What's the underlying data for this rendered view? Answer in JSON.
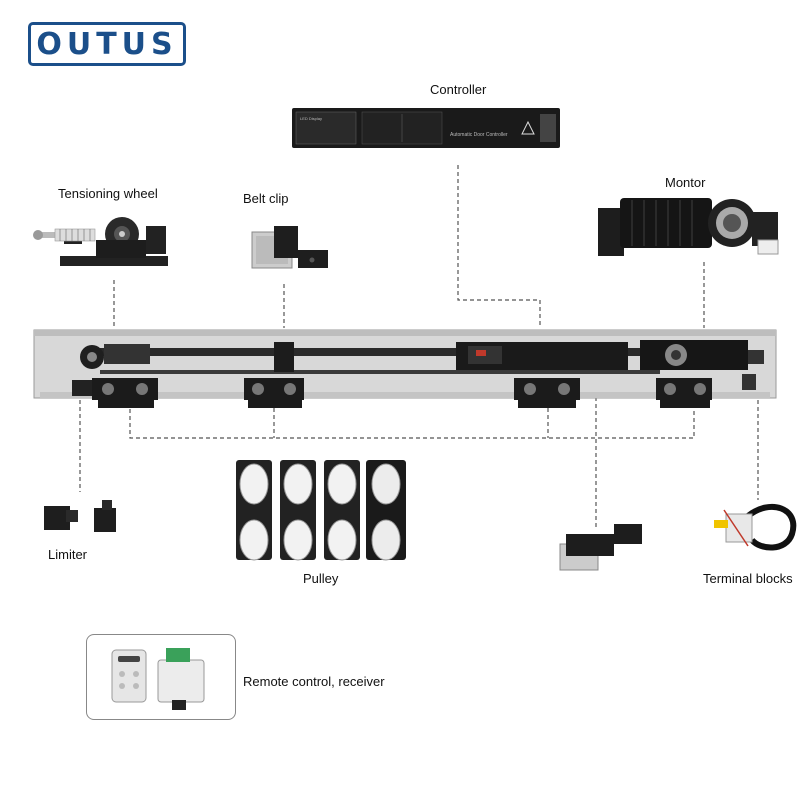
{
  "brand": {
    "logo_text": "OUTUS",
    "color": "#1b4f8a"
  },
  "labels": {
    "controller": "Controller",
    "tensioning_wheel": "Tensioning wheel",
    "belt_clip": "Belt clip",
    "motor": "Montor",
    "limiter": "Limiter",
    "pulley": "Pulley",
    "terminal_blocks": "Terminal blocks",
    "remote": "Remote control, receiver"
  },
  "controller_panel": {
    "title": "Automatic Door Controller",
    "led_header": "LED Display"
  },
  "colors": {
    "rail": "#d8d8d8",
    "rail_edge": "#9a9a9a",
    "part_dark": "#1e1e1e",
    "dashed": "#555555"
  }
}
